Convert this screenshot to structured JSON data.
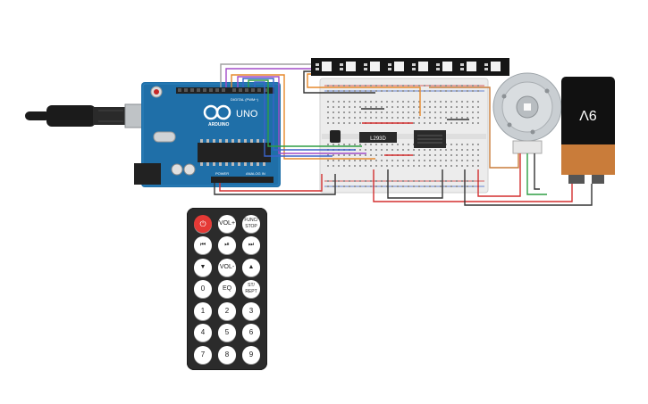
{
  "arduino": {
    "brand": "ARDUINO",
    "model": "UNO",
    "digital_label": "DIGITAL (PWM~)",
    "power_label": "POWER",
    "analog_label": "ANALOG IN"
  },
  "ics": {
    "driver_label": "L293D"
  },
  "battery": {
    "label": "9V"
  },
  "remote": {
    "buttons": [
      {
        "id": "power",
        "label": "⏻",
        "cls": "power"
      },
      {
        "id": "vol-up",
        "label": "VOL+",
        "cls": ""
      },
      {
        "id": "func-stop",
        "label": "FUNC/ STOP",
        "cls": "small"
      },
      {
        "id": "prev",
        "label": "⏮",
        "cls": ""
      },
      {
        "id": "play-pause",
        "label": "⏯",
        "cls": ""
      },
      {
        "id": "next",
        "label": "⏭",
        "cls": ""
      },
      {
        "id": "down",
        "label": "▼",
        "cls": ""
      },
      {
        "id": "vol-down",
        "label": "VOL-",
        "cls": ""
      },
      {
        "id": "up",
        "label": "▲",
        "cls": ""
      },
      {
        "id": "zero",
        "label": "0",
        "cls": "num"
      },
      {
        "id": "eq",
        "label": "EQ",
        "cls": ""
      },
      {
        "id": "st-rept",
        "label": "ST/ REPT",
        "cls": "small"
      },
      {
        "id": "one",
        "label": "1",
        "cls": "num"
      },
      {
        "id": "two",
        "label": "2",
        "cls": "num"
      },
      {
        "id": "three",
        "label": "3",
        "cls": "num"
      },
      {
        "id": "four",
        "label": "4",
        "cls": "num"
      },
      {
        "id": "five",
        "label": "5",
        "cls": "num"
      },
      {
        "id": "six",
        "label": "6",
        "cls": "num"
      },
      {
        "id": "seven",
        "label": "7",
        "cls": "num"
      },
      {
        "id": "eight",
        "label": "8",
        "cls": "num"
      },
      {
        "id": "nine",
        "label": "9",
        "cls": "num"
      }
    ]
  },
  "colors": {
    "arduino_board": "#1f6fa8",
    "breadboard": "#ececec",
    "wire_red": "#d32f2f",
    "wire_black": "#333333",
    "wire_green": "#2e9e44",
    "wire_blue": "#3a63c9",
    "wire_orange": "#e6892b",
    "wire_purple": "#a24bc9",
    "battery_top": "#111111",
    "battery_bottom": "#c97c3a"
  }
}
